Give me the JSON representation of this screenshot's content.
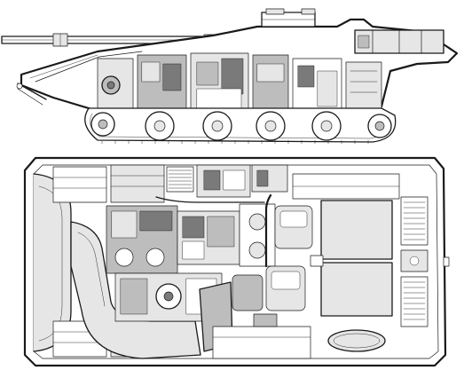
{
  "figure": {
    "views": [
      "side-view",
      "top-view"
    ]
  },
  "palette": {
    "ink": "#1a1a1a",
    "paper": "#ffffff",
    "light": "#e6e6e6",
    "mid": "#bdbdbd",
    "dark": "#7a7a7a"
  },
  "side_view": {
    "road_wheels": 4,
    "return_rollers": 0
  },
  "top_view": {
    "fuel_panels": 3
  }
}
